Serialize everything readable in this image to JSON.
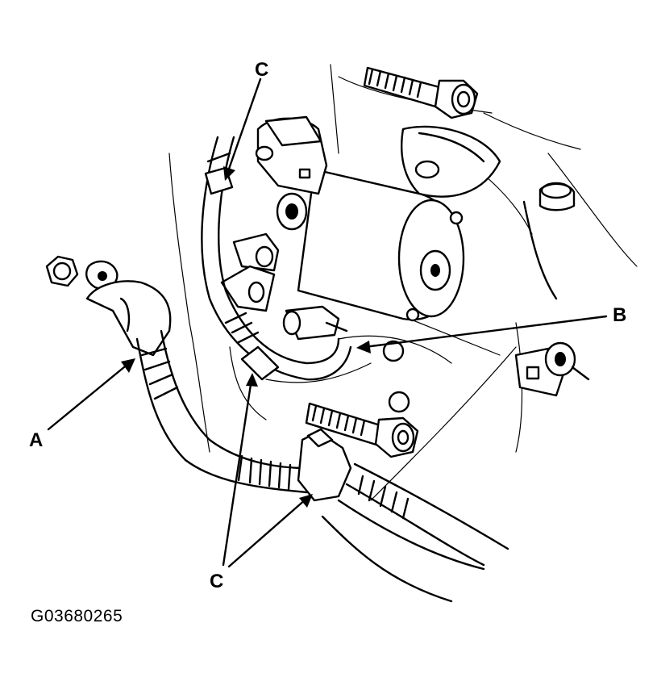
{
  "figure_id": "G03680265",
  "callouts": {
    "a": "A",
    "b": "B",
    "c_top": "C",
    "c_bottom": "C"
  }
}
